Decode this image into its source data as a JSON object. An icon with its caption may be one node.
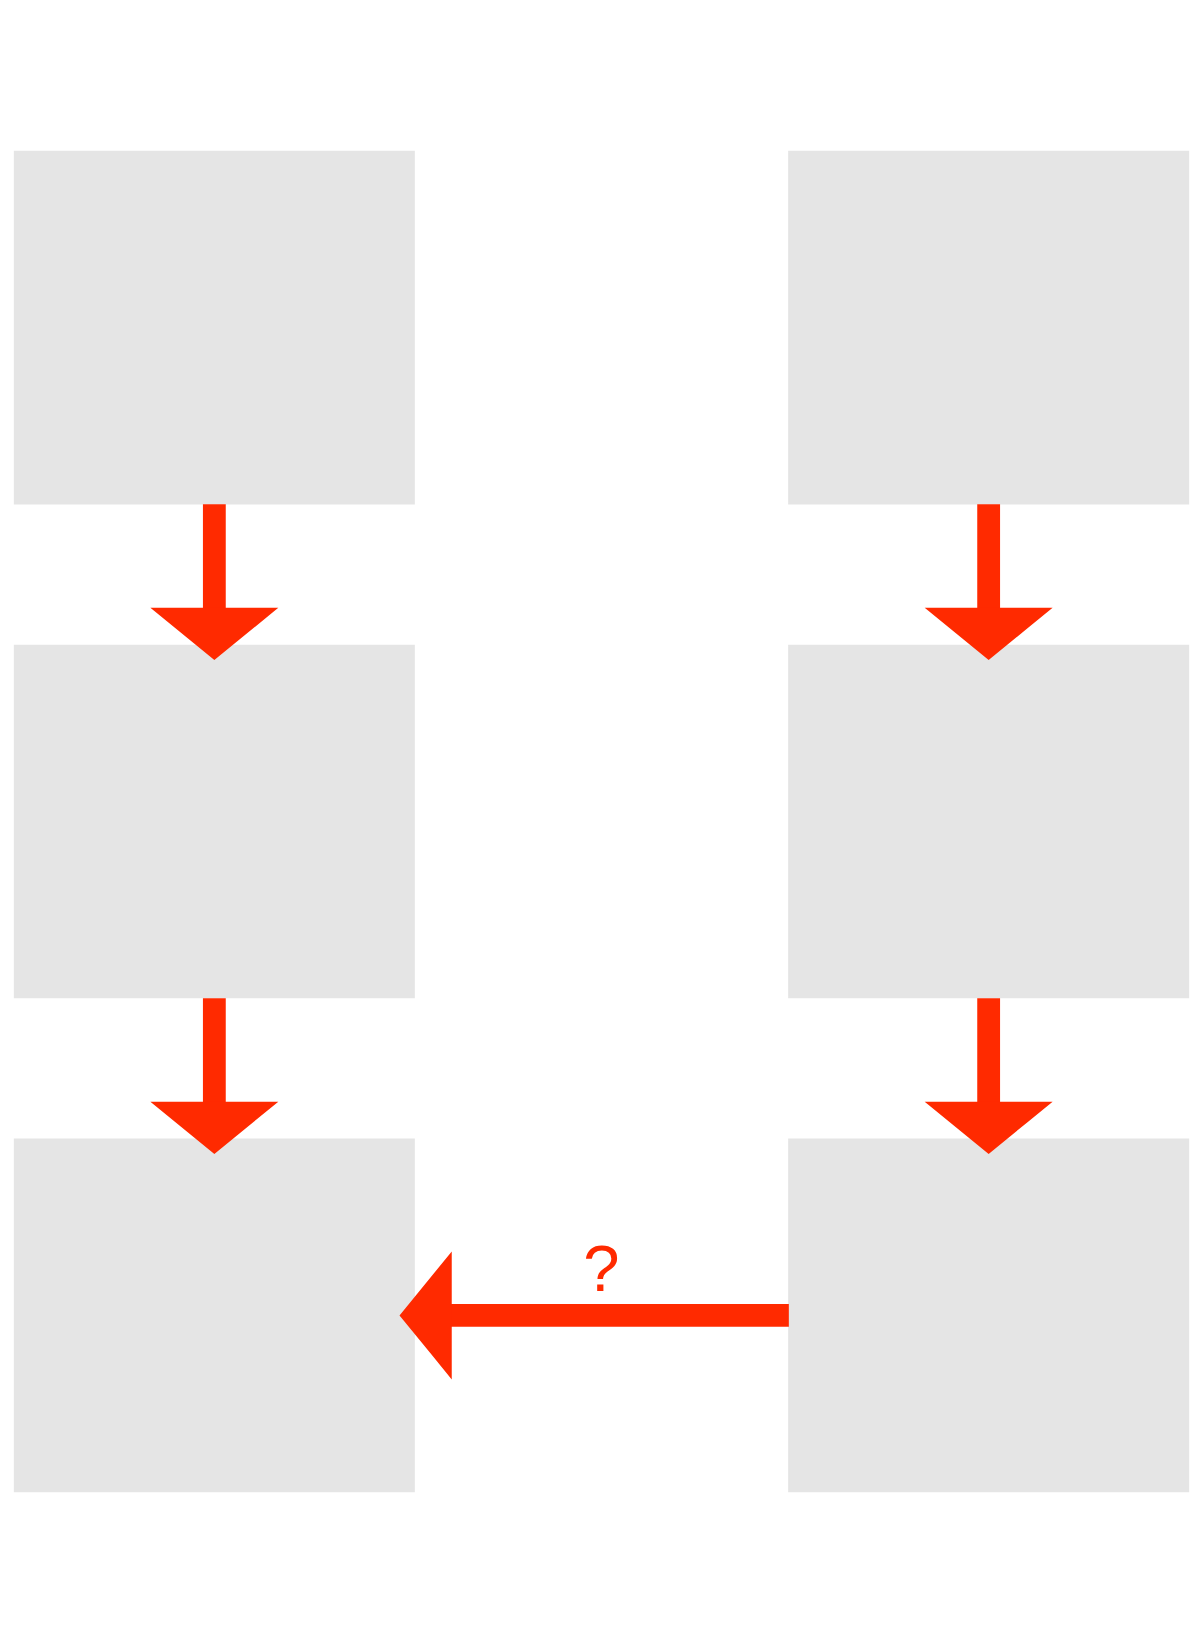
{
  "diagram": {
    "nodes": [
      {
        "text": [],
        "shape": "box"
      },
      {
        "text": [],
        "shape": "box"
      },
      {
        "text": [],
        "shape": "box"
      },
      {
        "text": [],
        "shape": "box"
      },
      {
        "text": [],
        "shape": "box"
      },
      {
        "text": [],
        "shape": "box"
      }
    ],
    "edges": [
      {
        "from": 0,
        "to": 2,
        "arrow": "to"
      },
      {
        "from": 1,
        "to": 3,
        "arrow": "to"
      },
      {
        "from": 2,
        "to": 4,
        "arrow": "to"
      },
      {
        "from": 3,
        "to": 5,
        "arrow": "to"
      },
      {
        "from": 5,
        "to": 4,
        "arrow": "to",
        "label": "?"
      }
    ]
  }
}
